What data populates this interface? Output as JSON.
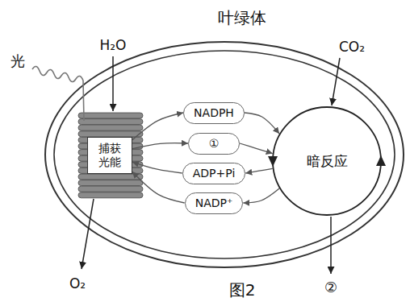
{
  "diagram": {
    "title": "叶绿体",
    "caption": "图2",
    "nodes": [
      {
        "text": [
          "捕获光能"
        ]
      },
      {
        "text": [
          "NADPH"
        ]
      },
      {
        "text": [
          "①"
        ]
      },
      {
        "text": [
          "ADP+Pi"
        ]
      },
      {
        "text": [
          "NADP⁺"
        ]
      },
      {
        "text": [
          "暗反应"
        ]
      }
    ],
    "edges": [
      {
        "from": 0,
        "to": 1,
        "arrow": "to"
      },
      {
        "from": 1,
        "to": 5,
        "arrow": "to"
      },
      {
        "from": 0,
        "to": 2,
        "arrow": "to"
      },
      {
        "from": 2,
        "to": 5,
        "arrow": "to"
      },
      {
        "from": 5,
        "to": 3,
        "arrow": "to"
      },
      {
        "from": 3,
        "to": 0,
        "arrow": "to"
      },
      {
        "from": 5,
        "to": 4,
        "arrow": "to"
      },
      {
        "from": 4,
        "to": 0,
        "arrow": "to"
      }
    ],
    "labels": [
      "光",
      "H₂O",
      "CO₂",
      "O₂",
      "②"
    ]
  }
}
